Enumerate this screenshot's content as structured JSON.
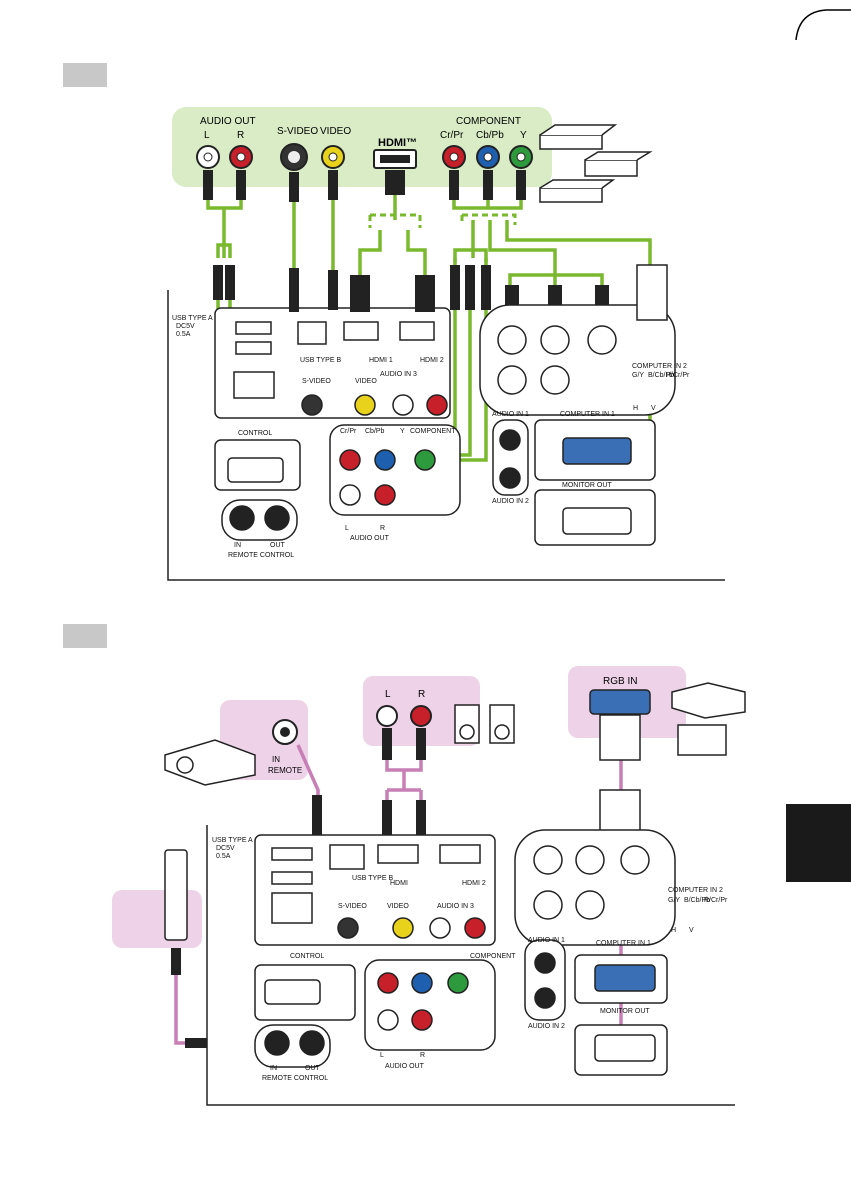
{
  "figure1": {
    "source_panel": {
      "audio_out": "AUDIO OUT",
      "l": "L",
      "r": "R",
      "svideo": "S-VIDEO",
      "video": "VIDEO",
      "hdmi": "HDMI™",
      "component": "COMPONENT",
      "cr_pr": "Cr/Pr",
      "cb_pb": "Cb/Pb",
      "y": "Y"
    },
    "projector": {
      "usb_type_a": "USB TYPE A",
      "dc5v": "DC5V",
      "current": "0.5A",
      "usb_type_b": "USB TYPE B",
      "hdmi1": "HDMI 1",
      "hdmi2": "HDMI 2",
      "svideo": "S-VIDEO",
      "video": "VIDEO",
      "audio_in3": "AUDIO IN 3",
      "control": "CONTROL",
      "cr_pr": "Cr/Pr",
      "cb_pb": "Cb/Pb",
      "y": "Y",
      "component": "COMPONENT",
      "audio_in1": "AUDIO IN 1",
      "audio_in2": "AUDIO IN 2",
      "computer_in1": "COMPUTER IN 1",
      "computer_in2": "COMPUTER IN 2",
      "monitor_out": "MONITOR OUT",
      "audio_out": "AUDIO OUT",
      "remote_control": "REMOTE CONTROL",
      "in": "IN",
      "out": "OUT",
      "gy": "G/Y",
      "bcbpb": "B/Cb/Pb",
      "rcrpr": "R/Cr/Pr",
      "h": "H",
      "v": "V",
      "l": "L",
      "r": "R"
    }
  },
  "figure2": {
    "remote_box": {
      "in": "IN",
      "remote": "REMOTE"
    },
    "speaker_box": {
      "l": "L",
      "r": "R"
    },
    "rgb_box": {
      "rgb_in": "RGB IN"
    },
    "projector": {
      "usb_type_a": "USB TYPE A",
      "dc5v": "DC5V",
      "current": "0.5A",
      "usb_type_b": "USB TYPE B",
      "hdmi": "HDMI",
      "hdmi2": "HDMI 2",
      "svideo": "S-VIDEO",
      "video": "VIDEO",
      "audio_in3": "AUDIO IN 3",
      "control": "CONTROL",
      "component": "COMPONENT",
      "audio_in1": "AUDIO IN 1",
      "audio_in2": "AUDIO IN 2",
      "computer_in1": "COMPUTER IN 1",
      "computer_in2": "COMPUTER IN 2",
      "monitor_out": "MONITOR OUT",
      "audio_out": "AUDIO OUT",
      "remote_control": "REMOTE CONTROL",
      "in": "IN",
      "out": "OUT",
      "gy": "G/Y",
      "bcbpb": "B/Cb/Pb",
      "rcrpr": "R/Cr/Pr",
      "h": "H",
      "v": "V",
      "l": "L",
      "r": "R"
    }
  },
  "colors": {
    "green_cable": "#7ab82e",
    "green_panel": "#d9ecc6",
    "purple_cable": "#c77fb6",
    "purple_panel": "#eed3e8",
    "red_jack": "#c8202a",
    "blue_jack": "#1e5fb0",
    "green_jack": "#2e9a3e",
    "yellow_jack": "#e8d21c",
    "section_box": "#c8c8c8",
    "tab": "#1a1a1a"
  }
}
